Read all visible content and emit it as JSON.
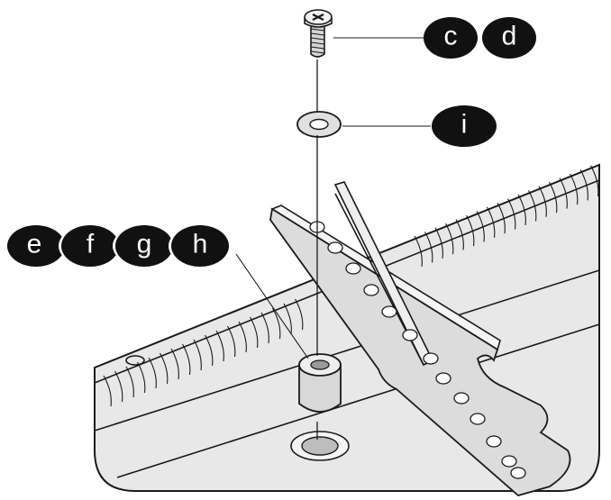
{
  "callouts": {
    "screw": [
      "c",
      "d"
    ],
    "washer": [
      "i"
    ],
    "standoff": [
      "e",
      "f",
      "g",
      "h"
    ]
  },
  "colors": {
    "ink": "#1a1a1a",
    "panel": "#e8e8e8",
    "rail": "#dcdcdc",
    "part": "#d0d0d0",
    "label_text": "#ffffff"
  }
}
